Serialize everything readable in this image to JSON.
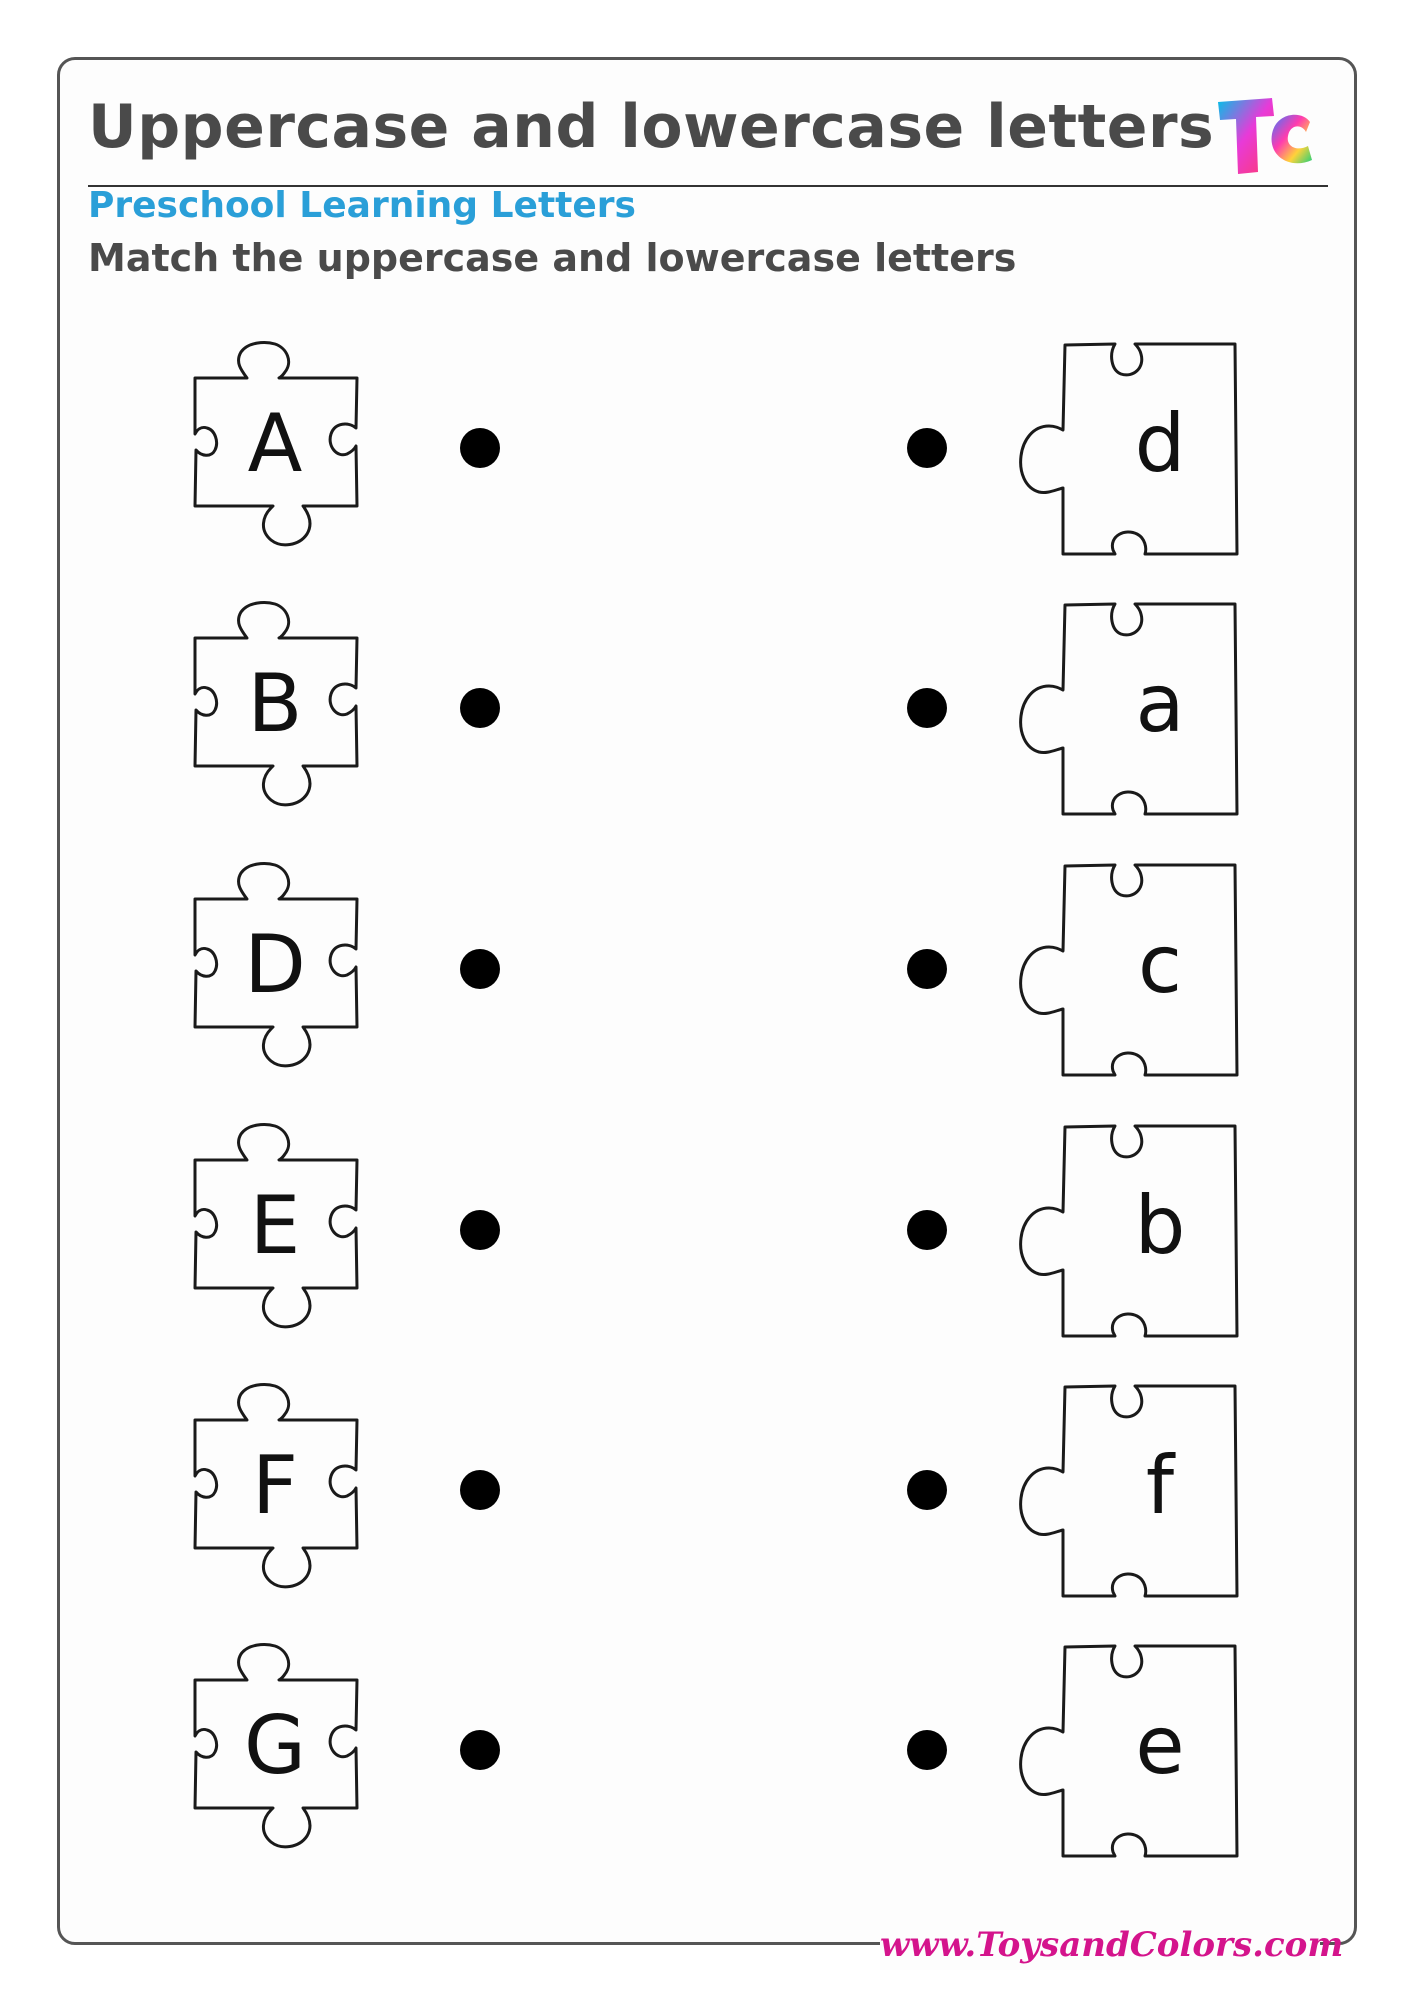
{
  "header": {
    "title": "Uppercase and lowercase letters",
    "subtitle": "Preschool Learning Letters",
    "instruction": "Match the uppercase and lowercase letters",
    "logo_text": "TC"
  },
  "colors": {
    "title": "#4a4a4a",
    "subtitle": "#2a9fd8",
    "footer": "#d4148c",
    "outline": "#1a1a1a",
    "dot": "#000000"
  },
  "rows": [
    {
      "uppercase": "A",
      "lowercase": "d"
    },
    {
      "uppercase": "B",
      "lowercase": "a"
    },
    {
      "uppercase": "D",
      "lowercase": "c"
    },
    {
      "uppercase": "E",
      "lowercase": "b"
    },
    {
      "uppercase": "F",
      "lowercase": "f"
    },
    {
      "uppercase": "G",
      "lowercase": "e"
    }
  ],
  "footer": {
    "url": "www.ToysandColors.com"
  }
}
